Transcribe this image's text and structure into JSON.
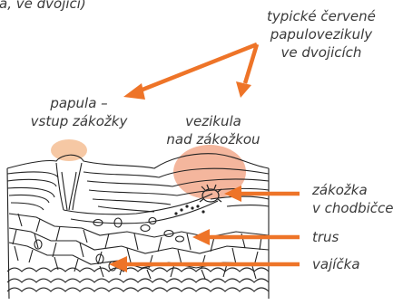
{
  "labels": {
    "top_left_cut": "a, ve dvojici)",
    "red_papulovesicles": [
      "typické červené",
      "papulovezikuly",
      "ve dvojicích"
    ],
    "papule": [
      "papula –",
      "vstup zákožky"
    ],
    "vesicle": [
      "vezikula",
      "nad zákožkou"
    ],
    "mite": [
      "zákožka",
      "v chodbičce"
    ],
    "feces": "trus",
    "eggs": "vajíčka"
  },
  "colors": {
    "arrow": "#ee7428",
    "papule_highlight": "#f6c8a4",
    "vesicle_highlight": "#f2a98c",
    "ink": "#222222"
  }
}
